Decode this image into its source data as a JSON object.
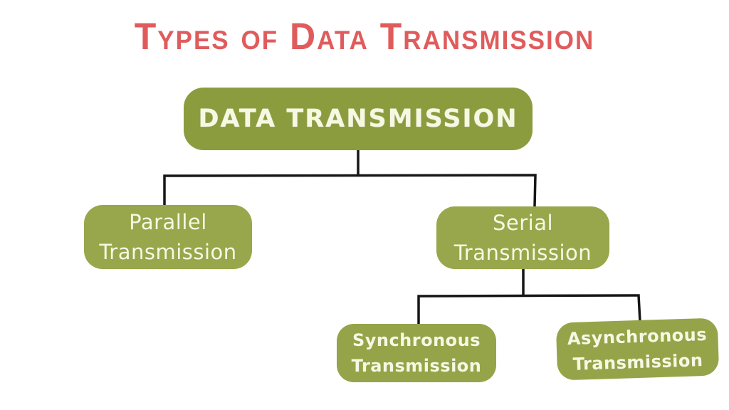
{
  "title": {
    "text": "Types of Data Transmission"
  },
  "nodes": {
    "root": {
      "label": "Data Transmission"
    },
    "parallel": {
      "line1": "Parallel",
      "line2": "Transmission"
    },
    "serial": {
      "line1": "Serial",
      "line2": "Transmission"
    },
    "synchronous": {
      "line1": "Synchronous",
      "line2": "Transmission"
    },
    "asynchronous": {
      "line1": "Asynchronous",
      "line2": "Transmission"
    }
  },
  "colors": {
    "title_color": "#e05c5c",
    "root_fill": "#8b9c3e",
    "child_fill": "#98a74b",
    "leaf_fill": "#95a449",
    "node_text": "#f7f8e4",
    "line_color": "#161616",
    "bg": "#ffffff"
  }
}
